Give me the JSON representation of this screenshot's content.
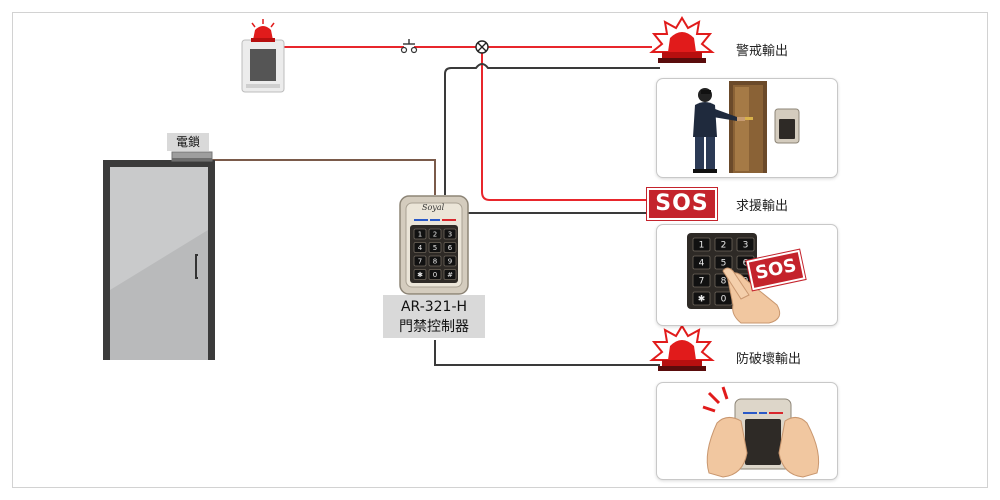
{
  "labels": {
    "electric_lock": "電鎖",
    "alarm_output": "警戒輸出",
    "sos_output": "求援輸出",
    "tamper_output": "防破壞輸出",
    "controller_model": "AR-321-H",
    "controller_name": "門禁控制器",
    "sos_badge": "SOS",
    "sos_card": "SOS",
    "keypad_brand": "Soyal"
  },
  "keypad_keys": [
    "1",
    "2",
    "3",
    "4",
    "5",
    "6",
    "7",
    "8",
    "9",
    "✱",
    "0",
    "#"
  ],
  "colors": {
    "red_wire": "#e8262c",
    "dark_wire": "#3a3a3a",
    "lock_wire": "#7a5a4a",
    "siren_red": "#e11b1b",
    "tag_bg": "#d9d9d9"
  }
}
